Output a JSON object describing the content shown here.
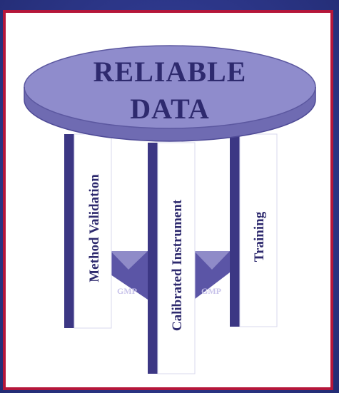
{
  "diagram": {
    "top": {
      "line1": "RELIABLE",
      "line2": "DATA"
    },
    "pillars": [
      {
        "label": "Method Validation"
      },
      {
        "label": "Calibrated Instrument"
      },
      {
        "label": "Training"
      }
    ],
    "connectors": [
      {
        "label": "GMP"
      },
      {
        "label": "GMP"
      }
    ]
  },
  "colors": {
    "border": "#b5163a",
    "background": "#2c3688",
    "disk": "#8f8ccc",
    "disk_dark": "#6f6bb2",
    "pillar_shadow": "#3c3784",
    "text": "#2e2a6e"
  }
}
